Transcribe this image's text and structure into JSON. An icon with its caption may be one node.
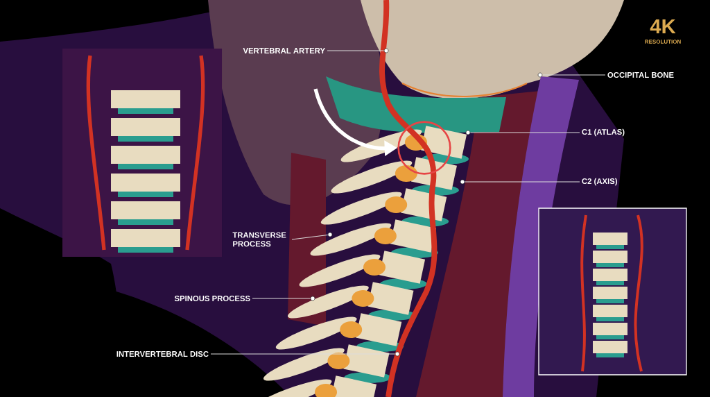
{
  "diagram": {
    "nodes": [
      {
        "text": [
          "VERTEBRAL ARTERY"
        ]
      },
      {
        "text": [
          "OCCIPITAL BONE"
        ]
      },
      {
        "text": [
          "C1 (ATLAS)"
        ]
      },
      {
        "text": [
          "C2 (AXIS)"
        ]
      },
      {
        "text": [
          "TRANSVERSE PROCESS"
        ]
      },
      {
        "text": [
          "SPINOUS PROCESS"
        ]
      },
      {
        "text": [
          "INTERVERTEBRAL DISC"
        ]
      },
      {
        "text": [],
        "shape": "circle"
      },
      {
        "text": [],
        "shape": "circle"
      },
      {
        "text": [],
        "shape": "circle"
      },
      {
        "text": [],
        "shape": "circle"
      },
      {
        "text": [],
        "shape": "circle"
      },
      {
        "text": [],
        "shape": "circle"
      },
      {
        "text": [],
        "shape": "circle"
      },
      {
        "text": [],
        "shape": "circle"
      }
    ],
    "edges": [
      {
        "from": 0,
        "to": 7,
        "arrow": "none"
      },
      {
        "from": 1,
        "to": 8,
        "arrow": "none"
      },
      {
        "from": 2,
        "to": 9,
        "arrow": "none"
      },
      {
        "from": 3,
        "to": 10,
        "arrow": "none"
      },
      {
        "from": 4,
        "to": 11,
        "arrow": "none"
      },
      {
        "from": 5,
        "to": 12,
        "arrow": "none"
      },
      {
        "from": 6,
        "to": 13,
        "arrow": "none"
      },
      {
        "from": null,
        "to": 14,
        "arrow": "to",
        "style": "thick"
      }
    ],
    "labels": [
      "4K",
      "RESOLUTION"
    ]
  }
}
